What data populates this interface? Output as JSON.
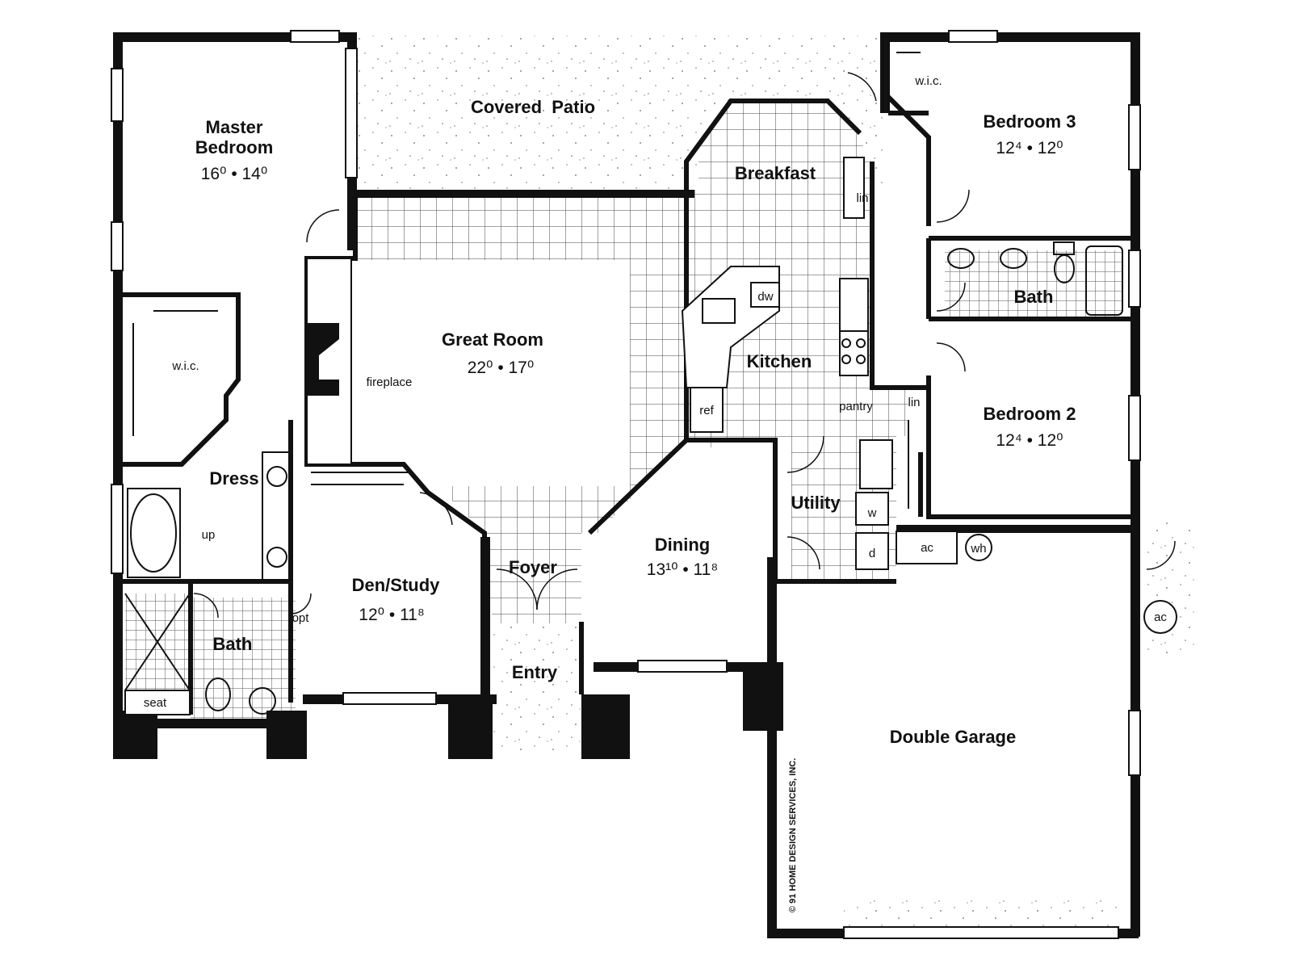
{
  "rooms": {
    "master_bedroom": {
      "name_line1": "Master",
      "name_line2": "Bedroom",
      "dims": "16⁰ • 14⁰"
    },
    "covered_patio": {
      "name": "Covered  Patio"
    },
    "bedroom3": {
      "name": "Bedroom 3",
      "dims": "12⁴ • 12⁰"
    },
    "breakfast": {
      "name": "Breakfast"
    },
    "great_room": {
      "name": "Great Room",
      "dims": "22⁰ • 17⁰"
    },
    "kitchen": {
      "name": "Kitchen"
    },
    "bath_upper": {
      "name": "Bath"
    },
    "bedroom2": {
      "name": "Bedroom 2",
      "dims": "12⁴ • 12⁰"
    },
    "dress": {
      "name": "Dress"
    },
    "den_study": {
      "name": "Den/Study",
      "dims": "12⁰ • 11⁸"
    },
    "dining": {
      "name": "Dining",
      "dims": "13¹⁰ • 11⁸"
    },
    "utility": {
      "name": "Utility"
    },
    "foyer": {
      "name": "Foyer"
    },
    "entry": {
      "name": "Entry"
    },
    "bath_master": {
      "name": "Bath"
    },
    "double_garage": {
      "name": "Double Garage"
    }
  },
  "fixtures": {
    "wic_master": "w.i.c.",
    "wic_bed3": "w.i.c.",
    "lin_upper": "lin",
    "lin_lower": "lin",
    "dw": "dw",
    "ref": "ref",
    "pantry": "pantry",
    "fireplace": "fireplace",
    "up": "up",
    "opt": "opt",
    "seat": "seat",
    "w": "w",
    "d": "d",
    "ac_garage": "ac",
    "wh": "wh",
    "ac_outside": "ac"
  },
  "copyright": "© 91 HOME DESIGN SERVICES, INC."
}
